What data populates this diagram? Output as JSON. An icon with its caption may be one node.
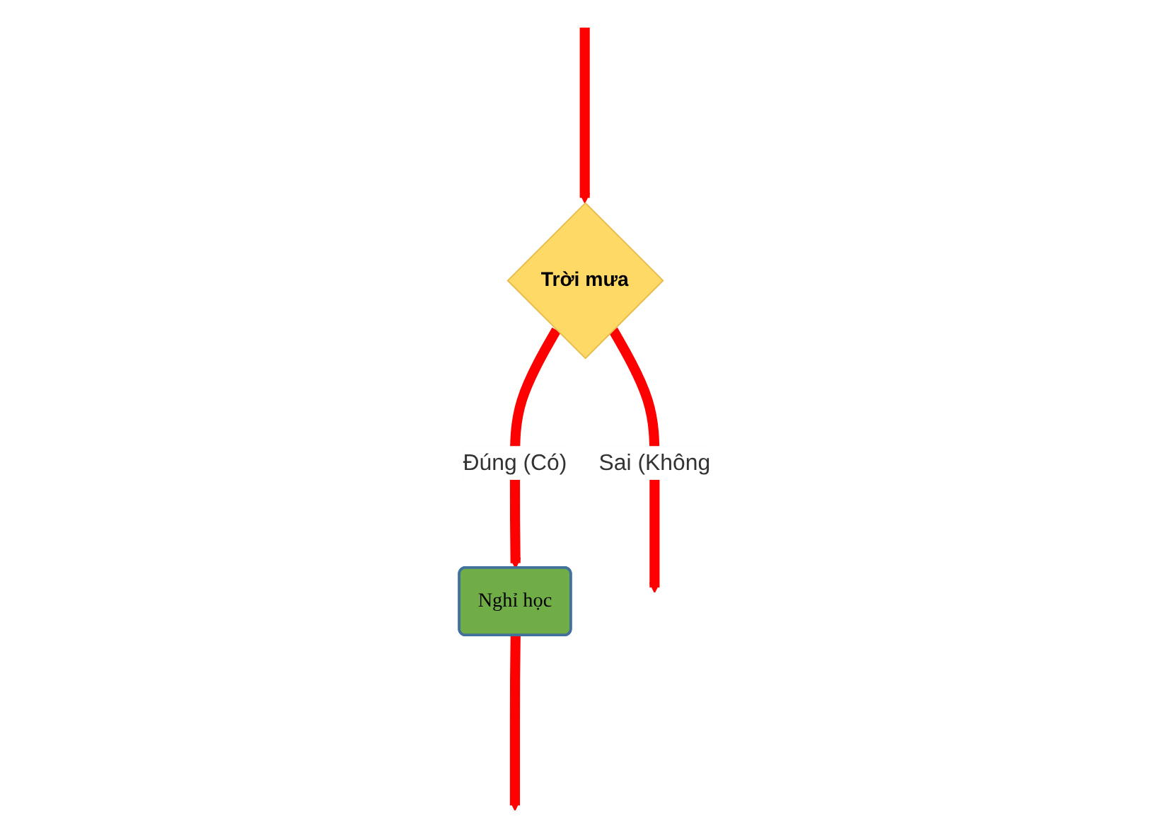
{
  "diagram": {
    "nodes": [
      {
        "text": [
          "Trời mưa"
        ]
      },
      {
        "text": [
          "Nghỉ học"
        ]
      }
    ],
    "edges": [
      {
        "from": null,
        "to": 0,
        "arrow": "to"
      },
      {
        "from": 0,
        "to": 1,
        "arrow": "to",
        "label": "Đúng (Có)"
      },
      {
        "from": 0,
        "to": null,
        "arrow": "to",
        "label": "Sai (Không"
      },
      {
        "from": 1,
        "to": null,
        "arrow": "to"
      }
    ]
  }
}
